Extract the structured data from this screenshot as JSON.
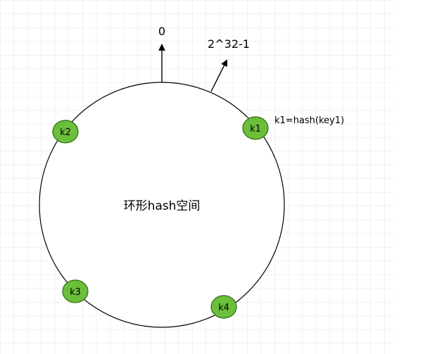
{
  "diagram": {
    "ring_label": "环形hash空间",
    "start_label": "0",
    "end_label": "2^32-1",
    "hash_annotation": "k1=hash(key1)",
    "nodes": [
      {
        "id": "k1",
        "label": "k1"
      },
      {
        "id": "k2",
        "label": "k2"
      },
      {
        "id": "k3",
        "label": "k3"
      },
      {
        "id": "k4",
        "label": "k4"
      }
    ],
    "colors": {
      "grid": "#e6e6e6",
      "ring_stroke": "#000000",
      "node_fill": "#6bbf3a",
      "node_stroke": "#2f6b12",
      "text": "#000000"
    }
  }
}
